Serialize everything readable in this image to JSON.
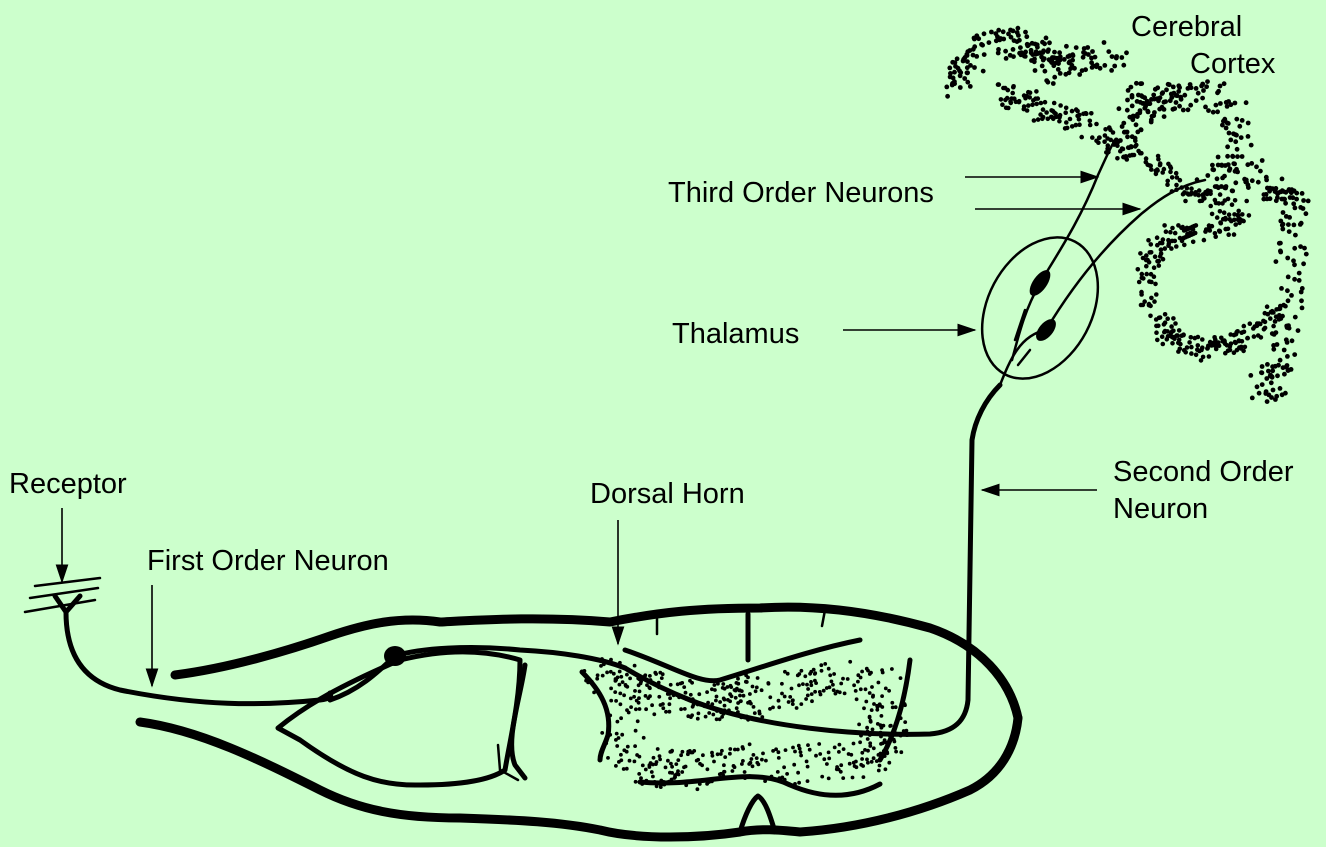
{
  "diagram": {
    "background": "#ccffcc",
    "labels": {
      "cerebral_cortex_line1": "Cerebral",
      "cerebral_cortex_line2": "Cortex",
      "third_order_neurons": "Third Order Neurons",
      "thalamus": "Thalamus",
      "receptor": "Receptor",
      "first_order_neuron": "First Order Neuron",
      "dorsal_horn": "Dorsal Horn",
      "second_order_neuron_line1": "Second Order",
      "second_order_neuron_line2": "Neuron"
    }
  }
}
